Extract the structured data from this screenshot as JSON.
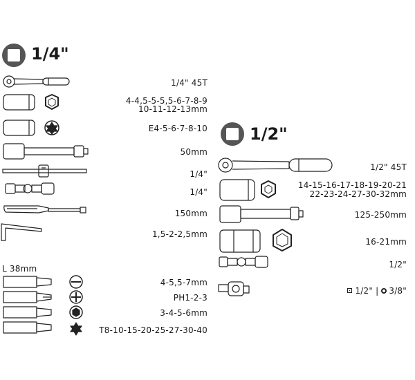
{
  "section_quarter": {
    "title": "1/4\"",
    "items": [
      {
        "label": "1/4\" 45T"
      },
      {
        "label": "4-4,5-5-5,5-6-7-8-9"
      },
      {
        "label": "10-11-12-13mm"
      },
      {
        "label": "E4-5-6-7-8-10"
      },
      {
        "label": "50mm"
      },
      {
        "label": "1/4\""
      },
      {
        "label": "1/4\""
      },
      {
        "label": "150mm"
      },
      {
        "label": "1,5-2-2,5mm"
      }
    ],
    "bits_title": "L 38mm",
    "bits": [
      {
        "label": "4-5,5-7mm"
      },
      {
        "label": "PH1-2-3"
      },
      {
        "label": "3-4-5-6mm"
      },
      {
        "label": "T8-10-15-20-25-27-30-40"
      }
    ]
  },
  "section_half": {
    "title": "1/2\"",
    "items": [
      {
        "label": "1/2\" 45T"
      },
      {
        "label": "14-15-16-17-18-19-20-21"
      },
      {
        "label": "22-23-24-27-30-32mm"
      },
      {
        "label": "125-250mm"
      },
      {
        "label": "16-21mm"
      },
      {
        "label": "1/2\""
      }
    ],
    "adapter_a": "1/2\"",
    "adapter_sep": "|",
    "adapter_b": "3/8\""
  }
}
